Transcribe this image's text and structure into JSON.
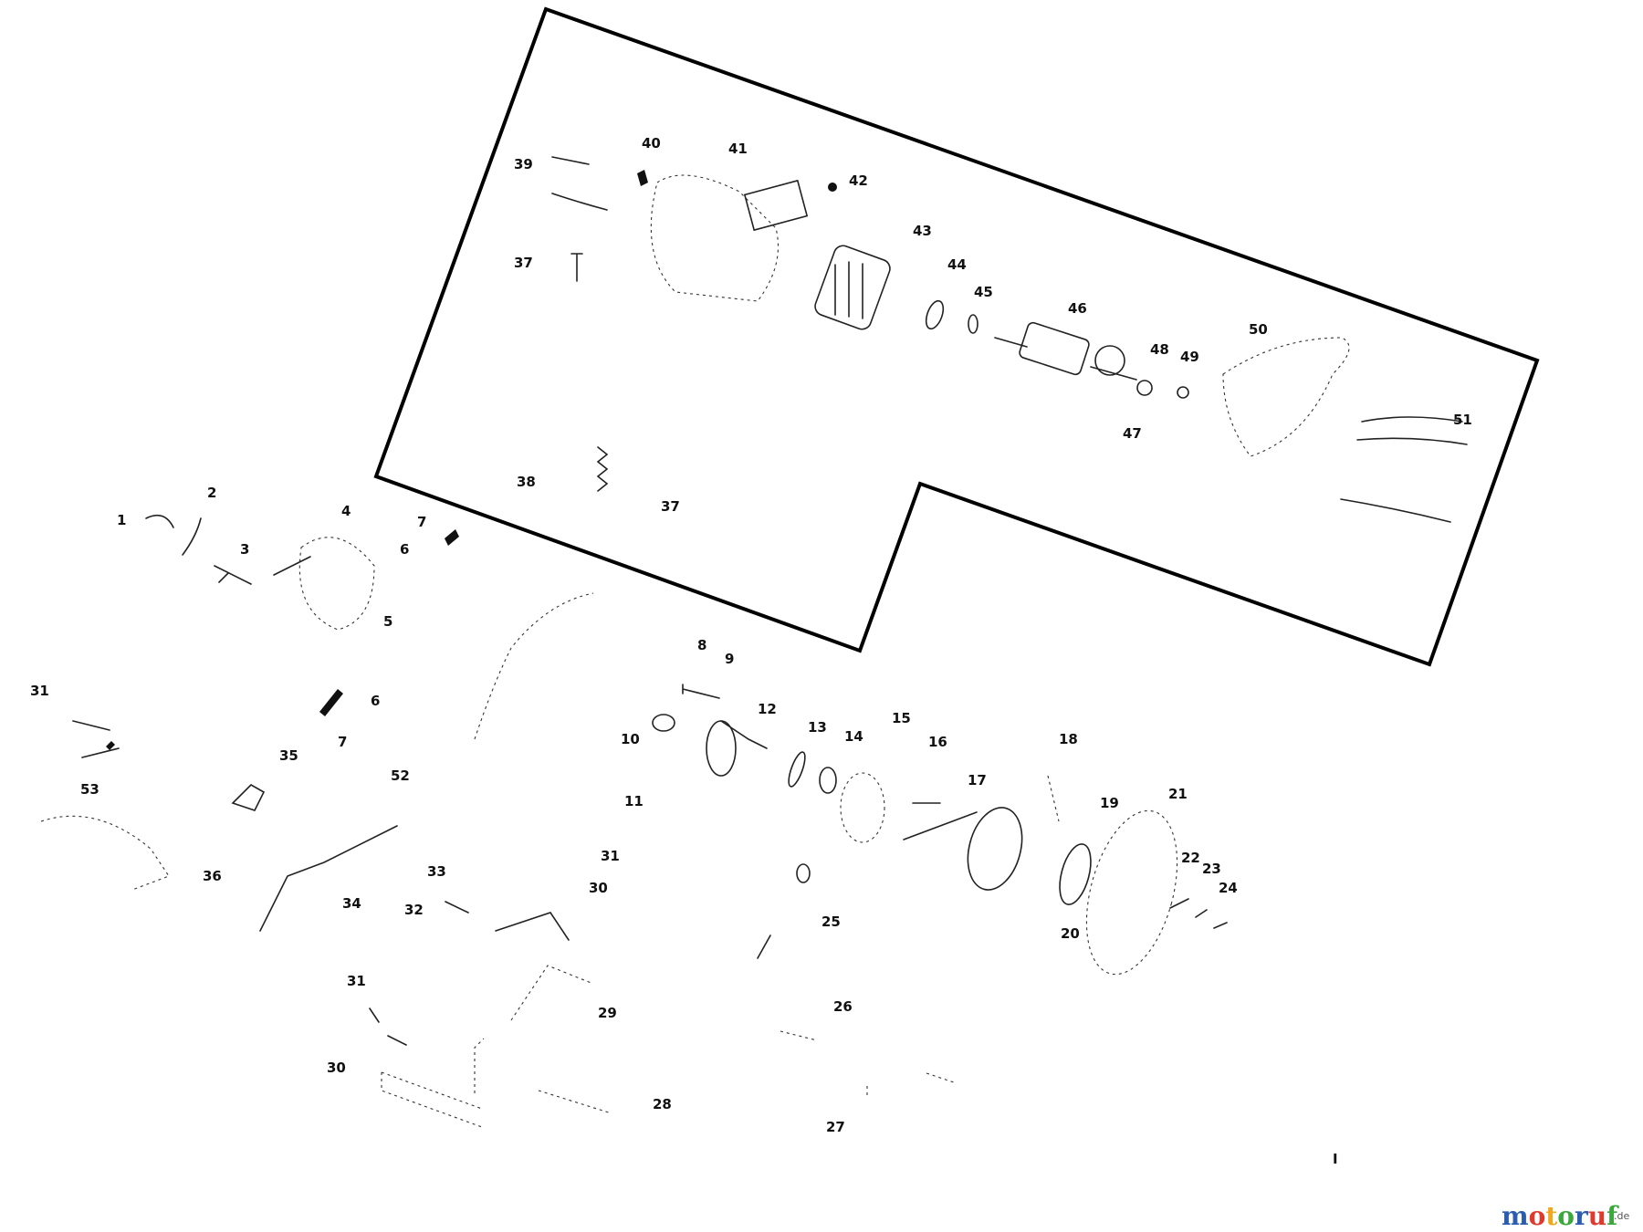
{
  "diagram": {
    "labels": [
      {
        "id": "p1",
        "text": "1"
      },
      {
        "id": "p2",
        "text": "2"
      },
      {
        "id": "p3",
        "text": "3"
      },
      {
        "id": "p4",
        "text": "4"
      },
      {
        "id": "p5",
        "text": "5"
      },
      {
        "id": "p6a",
        "text": "6"
      },
      {
        "id": "p6b",
        "text": "6"
      },
      {
        "id": "p7a",
        "text": "7"
      },
      {
        "id": "p7b",
        "text": "7"
      },
      {
        "id": "p8",
        "text": "8"
      },
      {
        "id": "p9",
        "text": "9"
      },
      {
        "id": "p10",
        "text": "10"
      },
      {
        "id": "p11",
        "text": "11"
      },
      {
        "id": "p12",
        "text": "12"
      },
      {
        "id": "p13",
        "text": "13"
      },
      {
        "id": "p14",
        "text": "14"
      },
      {
        "id": "p15",
        "text": "15"
      },
      {
        "id": "p16",
        "text": "16"
      },
      {
        "id": "p17",
        "text": "17"
      },
      {
        "id": "p18",
        "text": "18"
      },
      {
        "id": "p19",
        "text": "19"
      },
      {
        "id": "p20",
        "text": "20"
      },
      {
        "id": "p21",
        "text": "21"
      },
      {
        "id": "p22",
        "text": "22"
      },
      {
        "id": "p23",
        "text": "23"
      },
      {
        "id": "p24",
        "text": "24"
      },
      {
        "id": "p25",
        "text": "25"
      },
      {
        "id": "p26",
        "text": "26"
      },
      {
        "id": "p27",
        "text": "27"
      },
      {
        "id": "p28",
        "text": "28"
      },
      {
        "id": "p29",
        "text": "29"
      },
      {
        "id": "p30a",
        "text": "30"
      },
      {
        "id": "p30b",
        "text": "30"
      },
      {
        "id": "p31a",
        "text": "31"
      },
      {
        "id": "p31b",
        "text": "31"
      },
      {
        "id": "p31c",
        "text": "31"
      },
      {
        "id": "p32",
        "text": "32"
      },
      {
        "id": "p33",
        "text": "33"
      },
      {
        "id": "p34",
        "text": "34"
      },
      {
        "id": "p35",
        "text": "35"
      },
      {
        "id": "p36",
        "text": "36"
      },
      {
        "id": "p37a",
        "text": "37"
      },
      {
        "id": "p37b",
        "text": "37"
      },
      {
        "id": "p38",
        "text": "38"
      },
      {
        "id": "p39",
        "text": "39"
      },
      {
        "id": "p40",
        "text": "40"
      },
      {
        "id": "p41",
        "text": "41"
      },
      {
        "id": "p42",
        "text": "42"
      },
      {
        "id": "p43",
        "text": "43"
      },
      {
        "id": "p44",
        "text": "44"
      },
      {
        "id": "p45",
        "text": "45"
      },
      {
        "id": "p46",
        "text": "46"
      },
      {
        "id": "p47",
        "text": "47"
      },
      {
        "id": "p48",
        "text": "48"
      },
      {
        "id": "p49",
        "text": "49"
      },
      {
        "id": "p50",
        "text": "50"
      },
      {
        "id": "p51",
        "text": "51"
      },
      {
        "id": "p52",
        "text": "52"
      },
      {
        "id": "p53",
        "text": "53"
      },
      {
        "id": "pI",
        "text": "I"
      }
    ]
  },
  "watermark": {
    "brand": "motoruf",
    "tld": ".de",
    "colors": [
      "#2a5db0",
      "#e03a2f",
      "#f2a81d",
      "#3aa83a",
      "#2a5db0",
      "#e03a2f",
      "#3aa83a"
    ]
  }
}
